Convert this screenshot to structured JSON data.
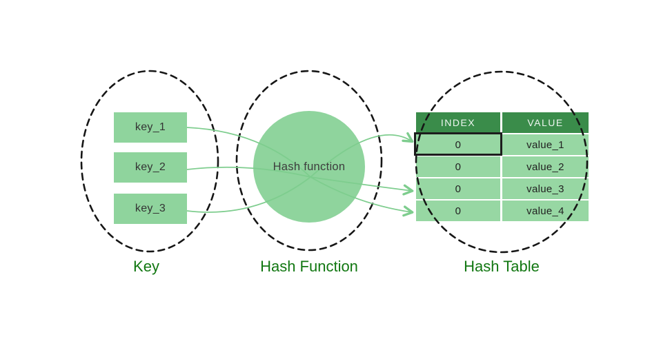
{
  "keys": {
    "items": [
      {
        "label": "key_1"
      },
      {
        "label": "key_2"
      },
      {
        "label": "key_3"
      }
    ]
  },
  "hash_function": {
    "label": "Hash function"
  },
  "hash_table": {
    "headers": {
      "index": "INDEX",
      "value": "VALUE"
    },
    "rows": [
      {
        "index": "0",
        "value": "value_1",
        "highlighted": true
      },
      {
        "index": "0",
        "value": "value_2",
        "highlighted": false
      },
      {
        "index": "0",
        "value": "value_3",
        "highlighted": false
      },
      {
        "index": "0",
        "value": "value_4",
        "highlighted": false
      }
    ]
  },
  "labels": {
    "key": "Key",
    "hash_function": "Hash Function",
    "hash_table": "Hash Table"
  },
  "colors": {
    "fill_green": "#8fd49d",
    "row_green": "#97d7a3",
    "header_green": "#3a8c4a",
    "arrow_green": "#7ecd8e",
    "label_green": "#117711",
    "outline_dark": "#161616",
    "highlight_border": "#1d1d1d",
    "header_text": "#eef6f0",
    "cell_text": "#222222"
  }
}
